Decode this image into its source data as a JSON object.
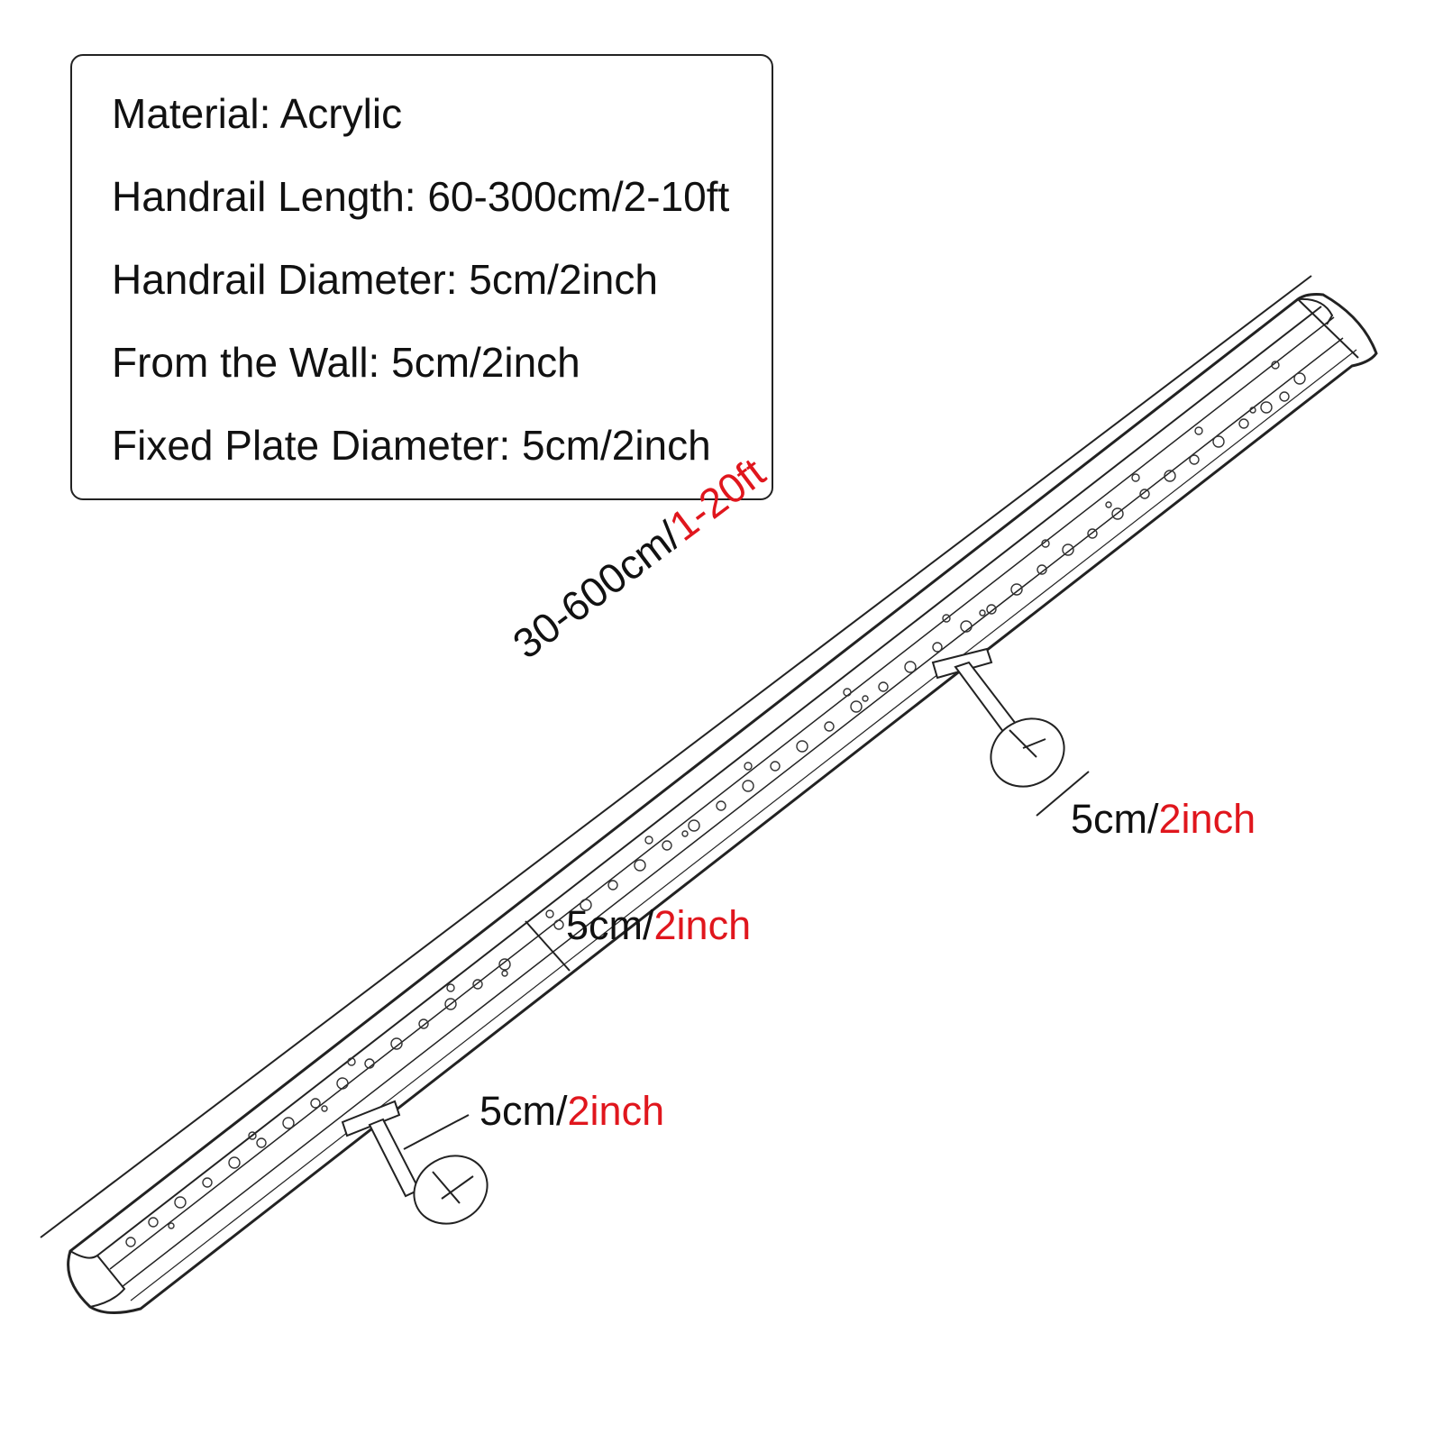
{
  "specs": {
    "material": "Material: Acrylic",
    "length": "Handrail Length: 60-300cm/2-10ft",
    "diameter": "Handrail Diameter: 5cm/2inch",
    "from_wall": "From the Wall: 5cm/2inch",
    "plate_diameter": "Fixed Plate Diameter: 5cm/2inch"
  },
  "dimensions": {
    "overall_length": {
      "black": "30-600cm/",
      "red": "1-20ft"
    },
    "rail_diameter": {
      "black": "5cm/",
      "red": "2inch"
    },
    "bracket_offset": {
      "black": "5cm/",
      "red": "2inch"
    },
    "plate_diameter": {
      "black": "5cm/",
      "red": "2inch"
    }
  },
  "colors": {
    "highlight": "#e0161d",
    "line": "#222222"
  }
}
